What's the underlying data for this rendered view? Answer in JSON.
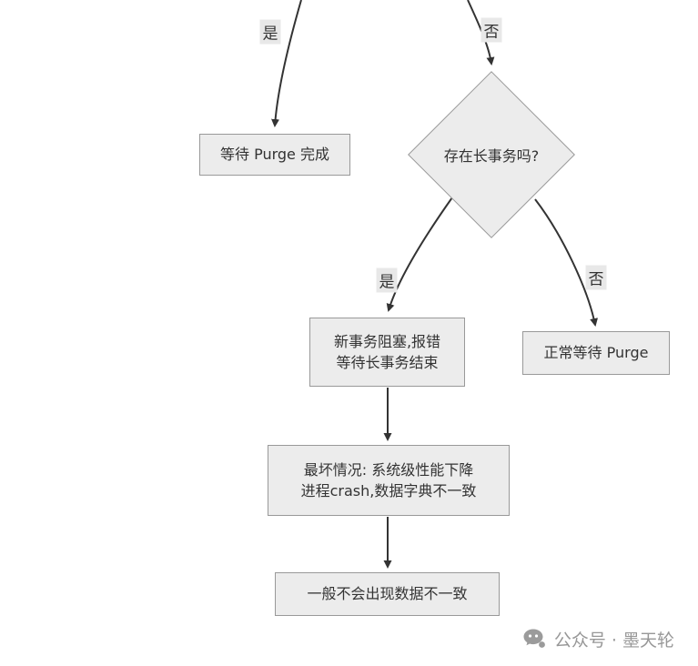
{
  "diagram": {
    "edge_labels": {
      "root_yes": "是",
      "root_no": "否",
      "decision_yes": "是",
      "decision_no": "否"
    },
    "nodes": {
      "wait_purge": "等待 Purge 完成",
      "decision": "存在长事务吗?",
      "blocked_line1": "新事务阻塞,报错",
      "blocked_line2": "等待长事务结束",
      "normal_wait": "正常等待 Purge",
      "worst_line1": "最坏情况: 系统级性能下降",
      "worst_line2": "进程crash,数据字典不一致",
      "no_inconsistency": "一般不会出现数据不一致"
    }
  },
  "watermark": {
    "text": "公众号 · 墨天轮"
  },
  "colors": {
    "node_fill": "#ececec",
    "node_border": "#999999",
    "edge": "#333333",
    "edge_label_bg": "#e8e8e8",
    "watermark_gray": "#979797",
    "background": "#ffffff"
  }
}
